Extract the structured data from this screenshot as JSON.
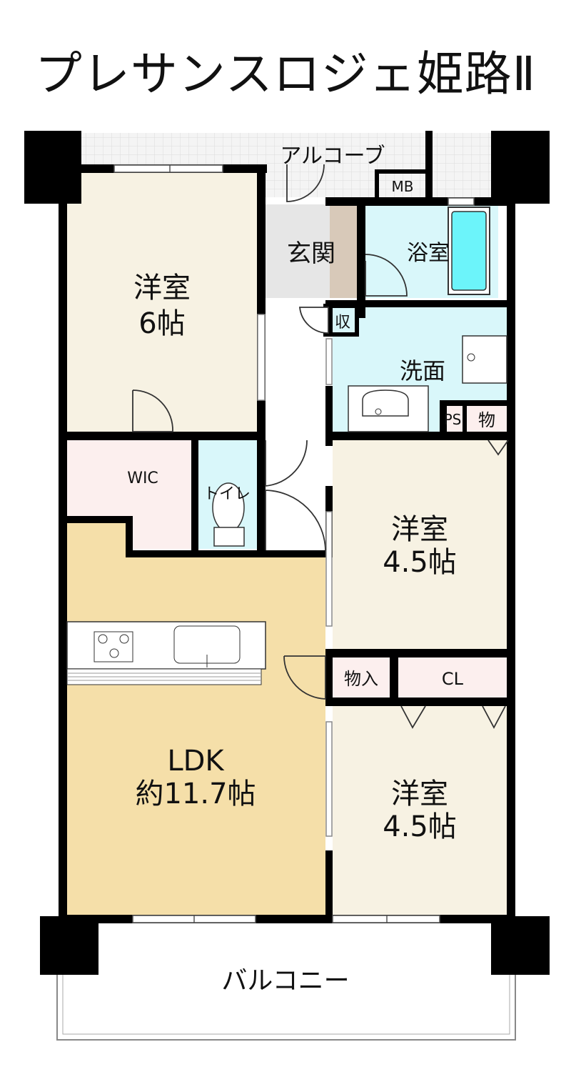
{
  "title": "プレサンスロジェ姫路Ⅱ",
  "colors": {
    "wall": "#000000",
    "western_room": "#f7f2e3",
    "ldk": "#f5dfa9",
    "wet_area": "#d9f7fa",
    "storage": "#fcefee",
    "entrance": "#e6e6e6",
    "entrance_step": "#d8c9b9",
    "bathtub": "#6cf4fa"
  },
  "rooms": {
    "western_6": {
      "name": "洋室",
      "size": "6帖"
    },
    "western_45_upper": {
      "name": "洋室",
      "size": "4.5帖"
    },
    "western_45_lower": {
      "name": "洋室",
      "size": "4.5帖"
    },
    "ldk": {
      "name": "LDK",
      "size": "約11.7帖"
    },
    "entrance": "玄関",
    "bath": "浴室",
    "washroom": "洗面",
    "toilet": "トイレ",
    "wic": "WIC",
    "storage_small": "収",
    "storage_mono": "物",
    "ps": "PS",
    "storage_mono_iri": "物入",
    "closet": "CL",
    "mb": "MB",
    "alcove": "アルコーブ",
    "balcony": "バルコニー"
  }
}
